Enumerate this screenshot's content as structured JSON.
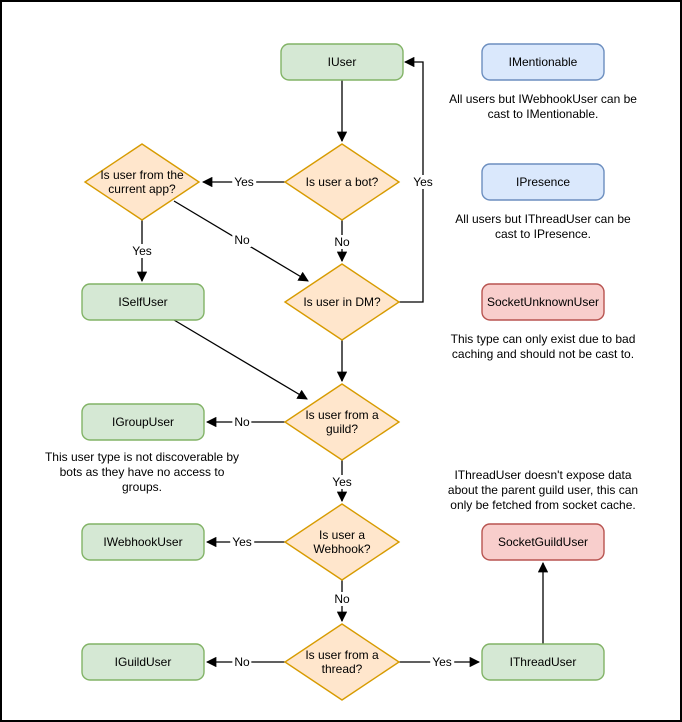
{
  "colors": {
    "node_green_fill": "#d5e8d4",
    "node_green_stroke": "#82b366",
    "decision_orange_fill": "#ffe6cc",
    "decision_orange_stroke": "#d79b00",
    "info_blue_fill": "#dae8fc",
    "info_blue_stroke": "#6c8ebf",
    "warn_red_fill": "#f8cecc",
    "warn_red_stroke": "#b85450",
    "edge_color": "#000000"
  },
  "nodes": {
    "iuser": "IUser",
    "imentionable": "IMentionable",
    "ipresence": "IPresence",
    "socketunknownuser": "SocketUnknownUser",
    "iselfuser": "ISelfUser",
    "igroupuser": "IGroupUser",
    "iwebhookuser": "IWebhookUser",
    "socketguilduser": "SocketGuildUser",
    "iguilduser": "IGuildUser",
    "ithreaduser": "IThreadUser"
  },
  "decisions": {
    "is_bot": "Is user a bot?",
    "from_current_app": "Is user from the\ncurrent app?",
    "in_dm": "Is user in DM?",
    "from_guild": "Is user from a\nguild?",
    "is_webhook": "Is user a\nWebhook?",
    "from_thread": "Is user from a\nthread?"
  },
  "edge_labels": {
    "bot_yes": "Yes",
    "bot_no": "No",
    "app_yes": "Yes",
    "app_no": "No",
    "dm_yes": "Yes",
    "guild_no": "No",
    "guild_yes": "Yes",
    "webhook_yes": "Yes",
    "webhook_no": "No",
    "thread_no": "No",
    "thread_yes": "Yes"
  },
  "notes": {
    "imentionable": "All users but IWebhookUser can be\ncast to IMentionable.",
    "ipresence": "All users but IThreadUser can be\ncast to IPresence.",
    "socketunknownuser": "This type can only exist due to bad\ncaching and should not be cast to.",
    "igroupuser": "This user type is not discoverable by\nbots as they have no access to\ngroups.",
    "socketguilduser": "IThreadUser doesn't expose data\nabout the parent guild user, this can\nonly be fetched from socket cache."
  }
}
